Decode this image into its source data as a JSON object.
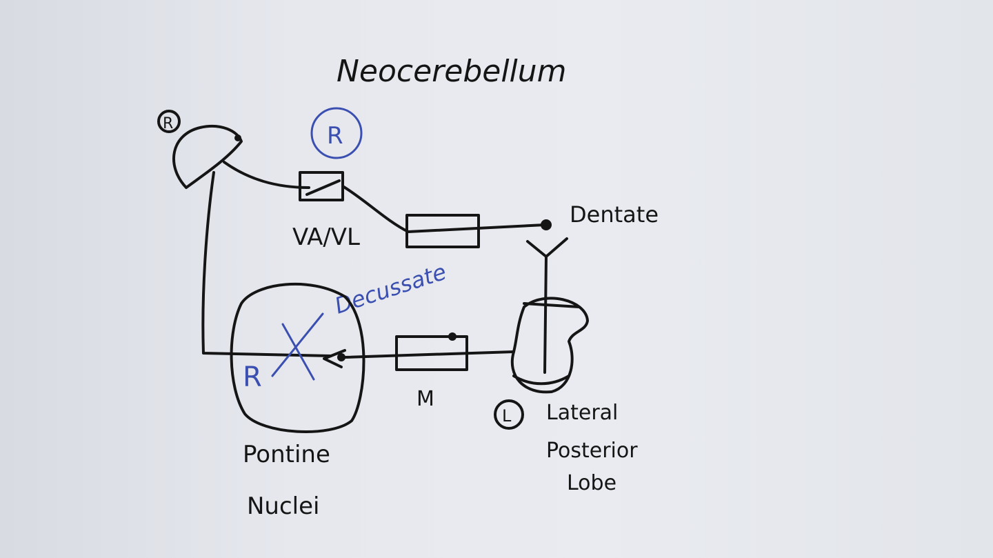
{
  "title": "Neocerebellum",
  "labels": {
    "thalamus_marker": "R",
    "vavl_marker": "R",
    "vavl": "VA/VL",
    "dentate": "Dentate",
    "decussate": "Decussate",
    "pontine_marker": "R",
    "middle_peduncle": "M",
    "cortex_marker": "L",
    "cortex_line1": "Lateral",
    "cortex_line2": "Posterior",
    "cortex_line3": "Lobe",
    "pontine_line1": "Pontine",
    "pontine_line2": "Nuclei"
  },
  "colors": {
    "ink": "#151515",
    "blue_ink": "#3a4fb0",
    "paper": "#e6e8ee"
  }
}
